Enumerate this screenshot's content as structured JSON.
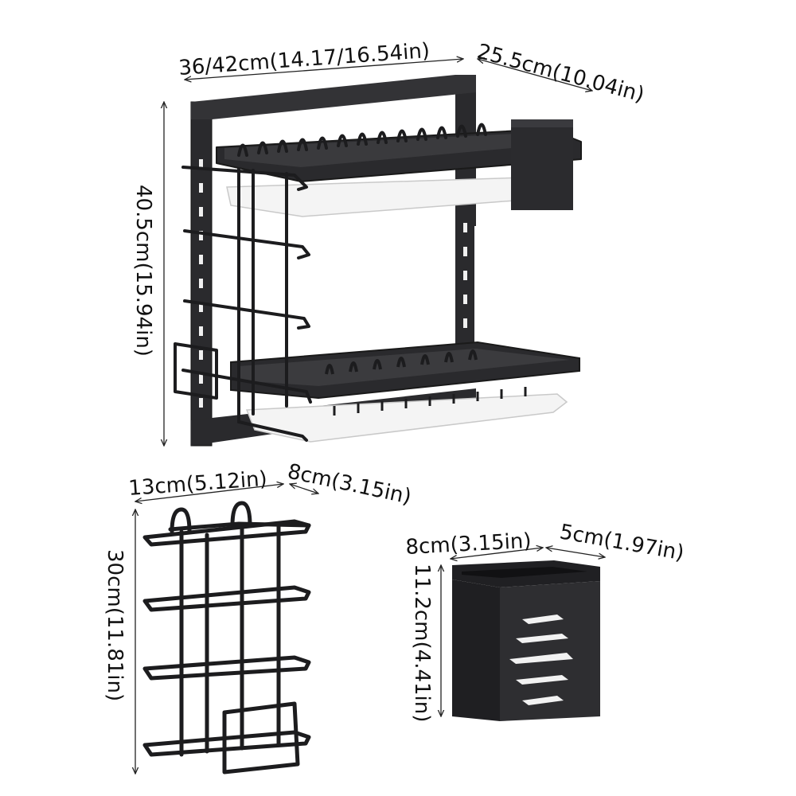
{
  "colors": {
    "background": "#ffffff",
    "metal": "#1c1c1e",
    "tray": "#f2f2f2",
    "dimension_text": "#111111"
  },
  "main_rack": {
    "width_label": "36/42cm(14.17/16.54in)",
    "depth_label": "25.5cm(10.04in)",
    "height_label": "40.5cm(15.94in)"
  },
  "side_rack": {
    "width_label": "13cm(5.12in)",
    "depth_label": "8cm(3.15in)",
    "height_label": "30cm(11.81in)"
  },
  "utensil_holder": {
    "width_label": "8cm(3.15in)",
    "depth_label": "5cm(1.97in)",
    "height_label": "11.2cm(4.41in)"
  }
}
